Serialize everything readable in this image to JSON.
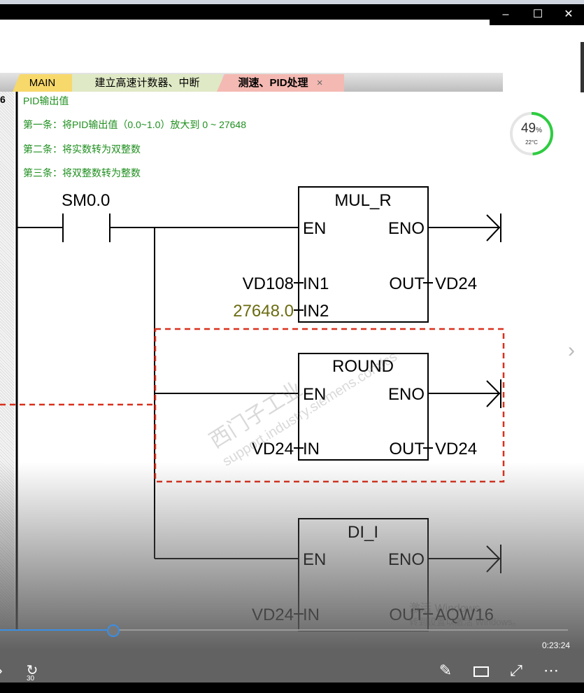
{
  "window": {
    "minimize": "–",
    "maximize": "☐",
    "close": "✕"
  },
  "tabs": [
    {
      "label": "MAIN",
      "color": "#f7d86b"
    },
    {
      "label": "建立高速计数器、中断",
      "color": "#dfe9c5"
    },
    {
      "label": "测速、PID处理",
      "color": "#f4b9b2",
      "active": true,
      "close": "×"
    }
  ],
  "network": {
    "number": "6",
    "title": "PID输出值",
    "comments": [
      "第一条：将PID输出值（0.0~1.0）放大到 0 ~ 27648",
      "第二条：将实数转为双整数",
      "第三条：将双整数转为整数"
    ]
  },
  "ladder": {
    "contact": "SM0.0",
    "blocks": [
      {
        "name": "MUL_R",
        "en": "EN",
        "eno": "ENO",
        "in1_label": "IN1",
        "in1": "VD108",
        "in2_label": "IN2",
        "in2": "27648.0",
        "out_label": "OUT",
        "out": "VD24"
      },
      {
        "name": "ROUND",
        "en": "EN",
        "eno": "ENO",
        "in_label": "IN",
        "in": "VD24",
        "out_label": "OUT",
        "out": "VD24"
      },
      {
        "name": "DI_I",
        "en": "EN",
        "eno": "ENO",
        "in_label": "IN",
        "in": "VD24",
        "out_label": "OUT",
        "out": "AQW16"
      }
    ],
    "constant_color": "#6b6b10",
    "highlight_color": "#d9301c"
  },
  "watermark": {
    "cn": "西门子工业",
    "url": "support.industry.siemens.com/cs",
    "activate1": "激活 Windows",
    "activate2": "转到设置以激活 Windows。"
  },
  "gauge": {
    "percent": "49",
    "unit": "%",
    "temp": "22°C",
    "value": 0.49,
    "color": "#2ecc40"
  },
  "player": {
    "time": "0:23:24",
    "progress": 0.2,
    "accent": "#3a8ee6",
    "replay": "30"
  }
}
